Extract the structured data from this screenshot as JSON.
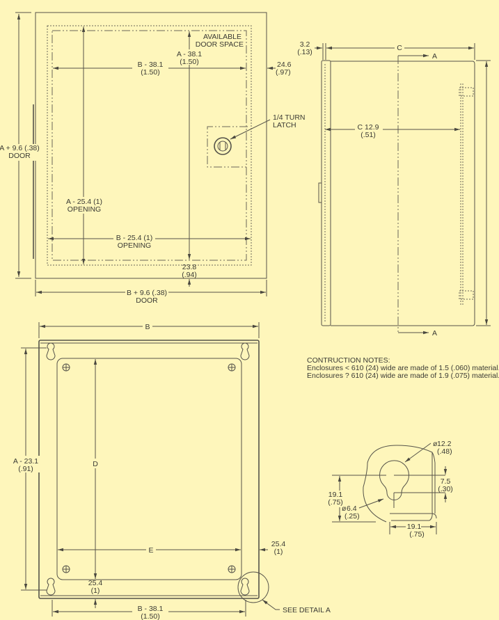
{
  "colors": {
    "background": "#fef6bb",
    "line": "#55534a"
  },
  "front_view": {
    "available": [
      "AVAILABLE",
      "DOOR SPACE"
    ],
    "a_minus_38": [
      "A - 38.1",
      "(1.50)"
    ],
    "b_minus_38": [
      "B - 38.1",
      "(1.50)"
    ],
    "dim_24_6": [
      "24.6",
      "(.97)"
    ],
    "latch": [
      "1/4 TURN",
      "LATCH"
    ],
    "a_plus_door": [
      "A + 9.6 (.38)",
      "DOOR"
    ],
    "a_opening": [
      "A - 25.4 (1)",
      "OPENING"
    ],
    "b_opening": [
      "B - 25.4 (1)",
      "OPENING"
    ],
    "dim_23_8": [
      "23.8",
      "(.94)"
    ],
    "b_plus_door": [
      "B + 9.6 (.38)",
      "DOOR"
    ]
  },
  "side_view": {
    "dim_3_2": [
      "3.2",
      "(.13)"
    ],
    "c_label": "C",
    "section_top": "A",
    "section_bottom": "A",
    "c_12_9": [
      "C 12.9",
      "(.51)"
    ]
  },
  "back_view": {
    "b_label": "B",
    "a_minus_23": [
      "A - 23.1",
      "(.91)"
    ],
    "d_label": "D",
    "e_label": "E",
    "dim_25_4_right": [
      "25.4",
      "(1)"
    ],
    "dim_25_4_bottom": [
      "25.4",
      "(1)"
    ],
    "b_minus_38": [
      "B - 38.1",
      "(1.50)"
    ],
    "see_detail": "SEE DETAIL A"
  },
  "notes": {
    "title": "CONTRUCTION NOTES:",
    "lines": [
      "Enclosures < 610 (24) wide are made of 1.5 (.060) material.",
      "Enclosures ? 610 (24) wide are made of 1.9 (.075) material."
    ]
  },
  "detail": {
    "dia_12_2": [
      "12.2",
      "(.48)"
    ],
    "dim_7_5": [
      "7.5",
      "(.30)"
    ],
    "dim_19_1_left": [
      "19.1",
      "(.75)"
    ],
    "dia_6_4": [
      "6.4",
      "(.25)"
    ],
    "dim_19_1_bottom": [
      "19.1",
      "(.75)"
    ]
  }
}
